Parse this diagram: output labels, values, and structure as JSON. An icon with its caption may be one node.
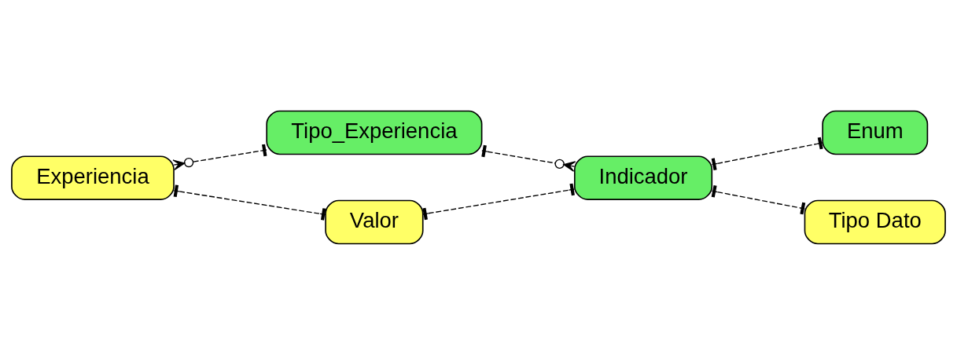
{
  "diagram": {
    "nodes": [
      {
        "text": [
          "Tipo_Experiencia"
        ]
      },
      {
        "text": [
          "Experiencia"
        ]
      },
      {
        "text": [
          "Indicador"
        ]
      },
      {
        "text": [
          "Enum"
        ]
      },
      {
        "text": [
          "Valor"
        ]
      },
      {
        "text": [
          "Tipo Dato"
        ]
      }
    ],
    "edges": [
      {
        "from": 1,
        "to": 0,
        "arrow": "other",
        "style": "dashed"
      },
      {
        "from": 0,
        "to": 2,
        "arrow": "other",
        "style": "dashed"
      },
      {
        "from": 2,
        "to": 3,
        "arrow": "other",
        "style": "dashed"
      },
      {
        "from": 2,
        "to": 5,
        "arrow": "other",
        "style": "dashed"
      },
      {
        "from": 1,
        "to": 4,
        "arrow": "other",
        "style": "dashed"
      },
      {
        "from": 4,
        "to": 2,
        "arrow": "other",
        "style": "dashed"
      }
    ]
  }
}
